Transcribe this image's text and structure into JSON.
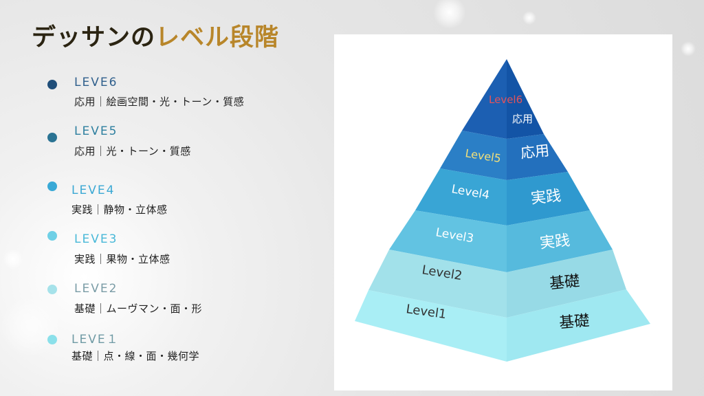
{
  "title": {
    "main": "デッサンの",
    "accent": "レベル段階"
  },
  "levels": [
    {
      "name": "LEVE6",
      "desc": "応用｜絵画空間・光・トーン・質感",
      "dot_color": "#1f4e79",
      "name_color": "#2f5f8c"
    },
    {
      "name": "LEVE5",
      "desc": "応用｜光・トーン・質感",
      "dot_color": "#2a7393",
      "name_color": "#2d7f9f"
    },
    {
      "name": "LEVE4",
      "desc": "実践｜静物・立体感",
      "dot_color": "#39a9d6",
      "name_color": "#3aa8d4"
    },
    {
      "name": "LEVE3",
      "desc": "実践｜果物・立体感",
      "dot_color": "#6fd0e6",
      "name_color": "#48b8d8"
    },
    {
      "name": "LEVE2",
      "desc": "基礎｜ムーヴマン・面・形",
      "dot_color": "#a6e2ea",
      "name_color": "#7a9ca6"
    },
    {
      "name": "LEVE１",
      "desc": "基礎｜点・線・面・幾何学",
      "dot_color": "#8be0ea",
      "name_color": "#6f9aa4"
    }
  ],
  "pyramid": {
    "tiers": [
      {
        "level": "Level6",
        "label": "応用",
        "level_color": "#e4535b",
        "label_color": "#ffffff",
        "color_left": "#1c5fb2",
        "color_right": "#1354a6"
      },
      {
        "level": "Level5",
        "label": "応用",
        "level_color": "#f3e07a",
        "label_color": "#ffffff",
        "color_left": "#2b7fc6",
        "color_right": "#2370bd"
      },
      {
        "level": "Level4",
        "label": "実践",
        "level_color": "#ffffff",
        "label_color": "#ffffff",
        "color_left": "#39a5d5",
        "color_right": "#2f99cf"
      },
      {
        "level": "Level3",
        "label": "実践",
        "level_color": "#ffffff",
        "label_color": "#ffffff",
        "color_left": "#62c3e2",
        "color_right": "#56badd"
      },
      {
        "level": "Level2",
        "label": "基礎",
        "level_color": "#333333",
        "label_color": "#111111",
        "color_left": "#a2e1ea",
        "color_right": "#97dae6"
      },
      {
        "level": "Level1",
        "label": "基礎",
        "level_color": "#333333",
        "label_color": "#111111",
        "color_left": "#a9eef5",
        "color_right": "#9fe8f1"
      }
    ]
  }
}
